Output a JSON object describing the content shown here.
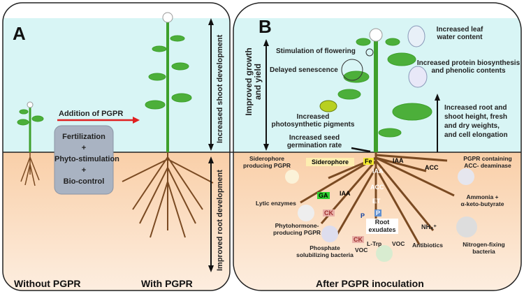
{
  "panel_a": {
    "label": "A",
    "addition": "Addition of PGPR",
    "box_lines": [
      "Fertilization",
      "+",
      "Phyto-stimulation",
      "+",
      "Bio-control"
    ],
    "shoot_arrow": "Increased shoot development",
    "root_arrow": "Improved root development",
    "left_caption": "Without PGPR",
    "right_caption": "With PGPR"
  },
  "panel_b": {
    "label": "B",
    "growth_arrow": [
      "Improved growth",
      "and yield"
    ],
    "flowering": "Stimulation  of flowering",
    "senescence": "Delayed senescence",
    "pigments": [
      "Increased",
      "photosynthetic pigments"
    ],
    "seed": [
      "Increased seed",
      "germination rate"
    ],
    "leaf_water": [
      "Increased leaf",
      "water content"
    ],
    "protein": [
      "Increased protein biosynthesis",
      "and phenolic contents"
    ],
    "root_shoot": [
      "Increased root and",
      "shoot height, fresh",
      "and dry weights,",
      "and cell elongation"
    ],
    "siderophore_pgpr": [
      "Siderophore",
      "producing PGPR"
    ],
    "siderophore": "Siderophore",
    "fe": "Fe",
    "iaa_top": "IAA",
    "iaa_stem": "IAA",
    "acc_stem": "ACC",
    "et_stem": "ET",
    "acc": "ACC",
    "acc_deaminase": [
      "PGPR containing",
      "ACC- deaminase"
    ],
    "ammonia": [
      "Ammonia +",
      "α-keto-butyrate"
    ],
    "lytic": "Lytic enzymes",
    "ga": "GA",
    "iaa_left": "IAA",
    "ck1": "CK",
    "ck2": "CK",
    "p1": "P",
    "p2": "P",
    "phytohormone": [
      "Phytohormone-",
      "producing PGPR"
    ],
    "exudates": [
      "Root",
      "exudates"
    ],
    "nh4": "NH₄⁺",
    "nitrogen": [
      "Nitrogen-fixing",
      "bacteria"
    ],
    "phosphate": [
      "Phosphate",
      "solubilizing bacteria"
    ],
    "voc_left": "VOC",
    "voc_right": "VOC",
    "ltrp": "L-Trp",
    "antibiotics": "Antibiotics",
    "caption": "After PGPR inoculation"
  },
  "colors": {
    "sky": "#d8f5f5",
    "soil": "#fad7b6",
    "root": "#7a4a22",
    "plant": "#3ea02c",
    "arrow_red": "#e02020"
  }
}
